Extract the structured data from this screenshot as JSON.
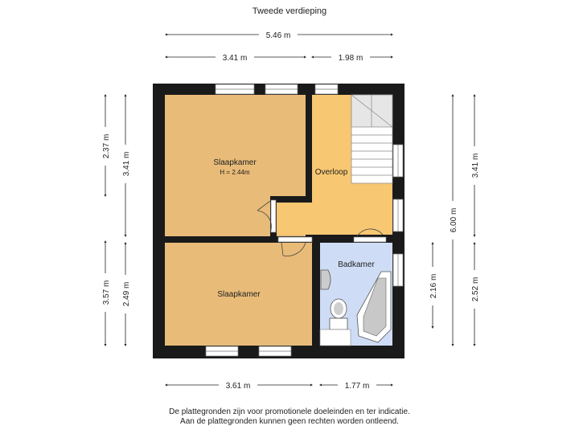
{
  "title": "Tweede verdieping",
  "dimensions": {
    "top_total": "5.46 m",
    "top_left": "3.41 m",
    "top_right": "1.98 m",
    "bottom_left": "3.61 m",
    "bottom_right": "1.77 m",
    "left_outer_top": "2.37 m",
    "left_outer_bottom": "3.57 m",
    "left_inner_top": "3.41 m",
    "left_inner_bottom": "2.49 m",
    "right_inner": "2.16 m",
    "right_outer_total": "6.00 m",
    "right_far_top": "3.41 m",
    "right_far_bottom": "2.52 m"
  },
  "rooms": {
    "bedroom1": {
      "name": "Slaapkamer",
      "height": "H = 2.44m"
    },
    "bedroom2": {
      "name": "Slaapkamer"
    },
    "landing": {
      "name": "Overloop"
    },
    "bathroom": {
      "name": "Badkamer"
    }
  },
  "disclaimer": {
    "line1": "De plattegronden zijn voor promotionele doeleinden en ter indicatie.",
    "line2": "Aan de plattegronden kunnen geen rechten worden ontleend."
  },
  "colors": {
    "wall": "#1a1a1a",
    "bedroom": "#e8bb78",
    "landing": "#f8c772",
    "bathroom": "#cfdcf5",
    "stairs": "#ffffff"
  }
}
